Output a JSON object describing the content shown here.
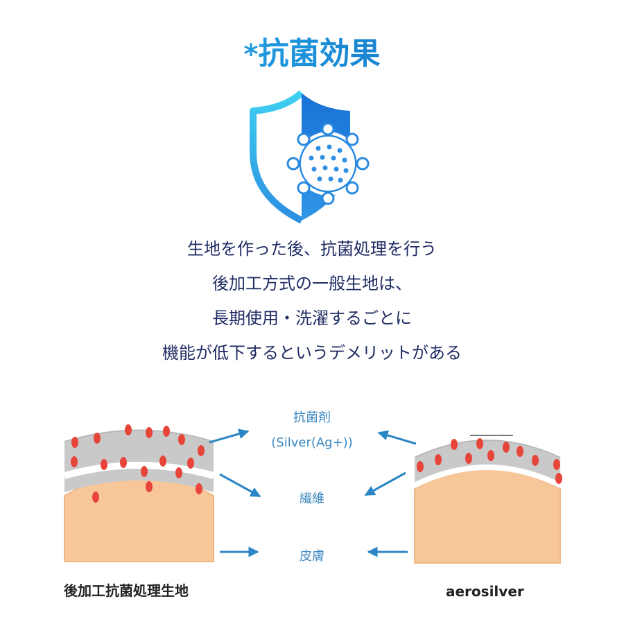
{
  "header": {
    "star": "*",
    "title": "抗菌効果"
  },
  "description": {
    "lines": [
      "生地を作った後、抗菌処理を行う",
      "後加工方式の一般生地は、",
      "長期使用・洗濯するごとに",
      "機能が低下するというデメリットがある"
    ]
  },
  "diagram": {
    "labels": {
      "agent_line1": "抗菌剤",
      "agent_line2": "(Silver(Ag+))",
      "fiber": "繊維",
      "skin": "皮膚"
    },
    "captions": {
      "left": "後加工抗菌処理生地",
      "right": "aerosilver"
    }
  },
  "colors": {
    "title_gradient_start": "#2bc3ea",
    "title_gradient_end": "#0d56b0",
    "description_text": "#1f2b63",
    "label_text": "#3a87bf",
    "arrow": "#2a86c4",
    "skin": "#f7c79a",
    "fiber": "#c7c7c7",
    "silver_dot": "#e8453a"
  },
  "icons": {
    "shield": "shield-virus-icon"
  }
}
